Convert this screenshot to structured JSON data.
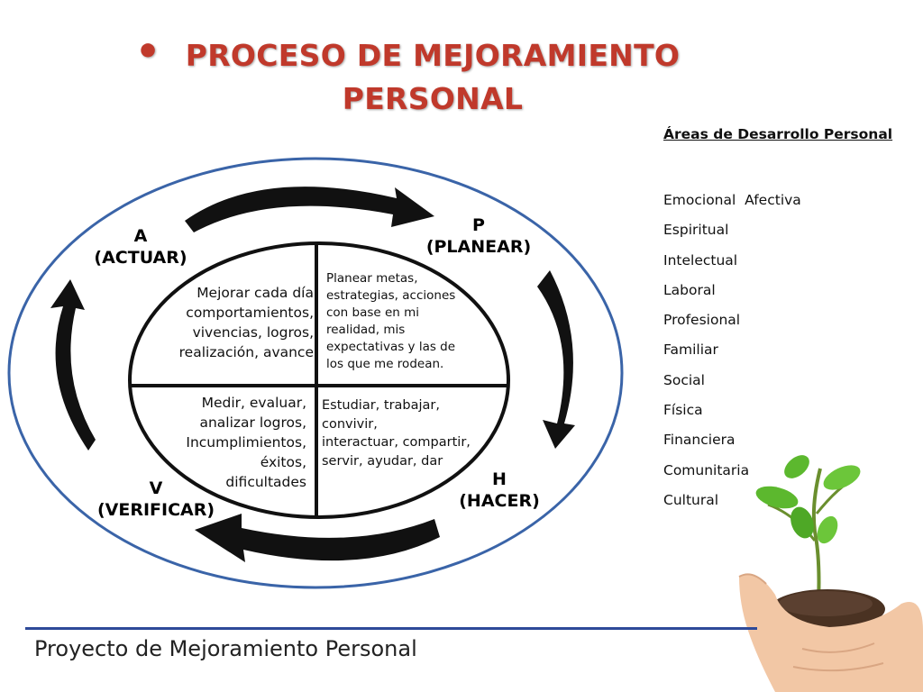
{
  "title": {
    "line1": "PROCESO DE MEJORAMIENTO",
    "line2": "PERSONAL"
  },
  "cycle": {
    "actuar": {
      "letter": "A",
      "name": "(ACTUAR)"
    },
    "planear": {
      "letter": "P",
      "name": "(PLANEAR)"
    },
    "hacer": {
      "letter": "H",
      "name": "(HACER)"
    },
    "verificar": {
      "letter": "V",
      "name": "(VERIFICAR)"
    }
  },
  "quadrants": {
    "top_left": [
      "Mejorar cada día",
      "comportamientos,",
      "vivencias, logros,",
      "realización, avance"
    ],
    "top_right": [
      "Planear metas,",
      "estrategias, acciones",
      "con base en mi",
      "realidad, mis",
      "expectativas y las de",
      "los que me rodean."
    ],
    "bottom_left": [
      "Medir, evaluar,",
      "analizar logros,",
      "Incumplimientos,",
      "éxitos,",
      "dificultades"
    ],
    "bottom_right": [
      "Estudiar, trabajar,",
      "convivir,",
      "interactuar, compartir,",
      "servir, ayudar, dar"
    ]
  },
  "areas": {
    "title": "Áreas de Desarrollo Personal",
    "items": [
      "Emocional  Afectiva",
      "Espiritual",
      "Intelectual",
      "Laboral",
      "Profesional",
      "Familiar",
      "Social",
      "Física",
      "Financiera",
      "Comunitaria",
      "Cultural"
    ]
  },
  "footer": "Proyecto de Mejoramiento Personal",
  "colors": {
    "title": "#c0392b",
    "outer_ellipse": "#3a64a8",
    "footer_rule": "#2e4a99",
    "arrows": "#111111",
    "leaf": "#5cb82e"
  }
}
